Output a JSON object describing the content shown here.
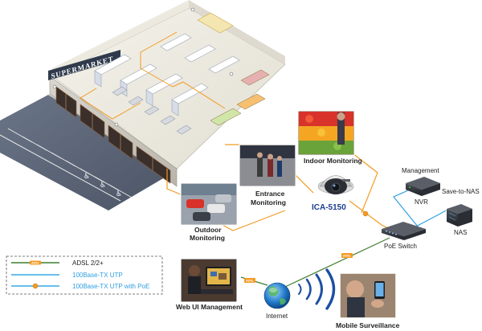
{
  "store": {
    "sign_text": "SUPERMARKET"
  },
  "camera": {
    "model": "ICA-5150"
  },
  "views": [
    {
      "id": "indoor",
      "label": "Indoor Monitoring"
    },
    {
      "id": "entrance",
      "label_line1": "Entrance",
      "label_line2": "Monitoring"
    },
    {
      "id": "outdoor",
      "label_line1": "Outdoor",
      "label_line2": "Monitoring"
    }
  ],
  "devices": {
    "management": "Management",
    "nvr": "NVR",
    "save_to_nas": "Save-to-NAS",
    "nas": "NAS",
    "poe_switch": "PoE Switch",
    "internet": "Internet",
    "web_ui": "Web UI Management",
    "mobile": "Mobile Surveillance"
  },
  "link_tag": "ADSL",
  "legend": {
    "items": [
      {
        "label": "ADSL 2/2+",
        "color": "#3f7f2f"
      },
      {
        "label": "100Base-TX UTP",
        "color": "#39a9e0"
      },
      {
        "label": "100Base-TX UTP with PoE",
        "color": "#39a9e0"
      }
    ]
  },
  "colors": {
    "orange_link": "#f39a22",
    "blue_link": "#2e9fe0",
    "green_link": "#3f7f2f",
    "camera_title": "#1b3d8f"
  }
}
